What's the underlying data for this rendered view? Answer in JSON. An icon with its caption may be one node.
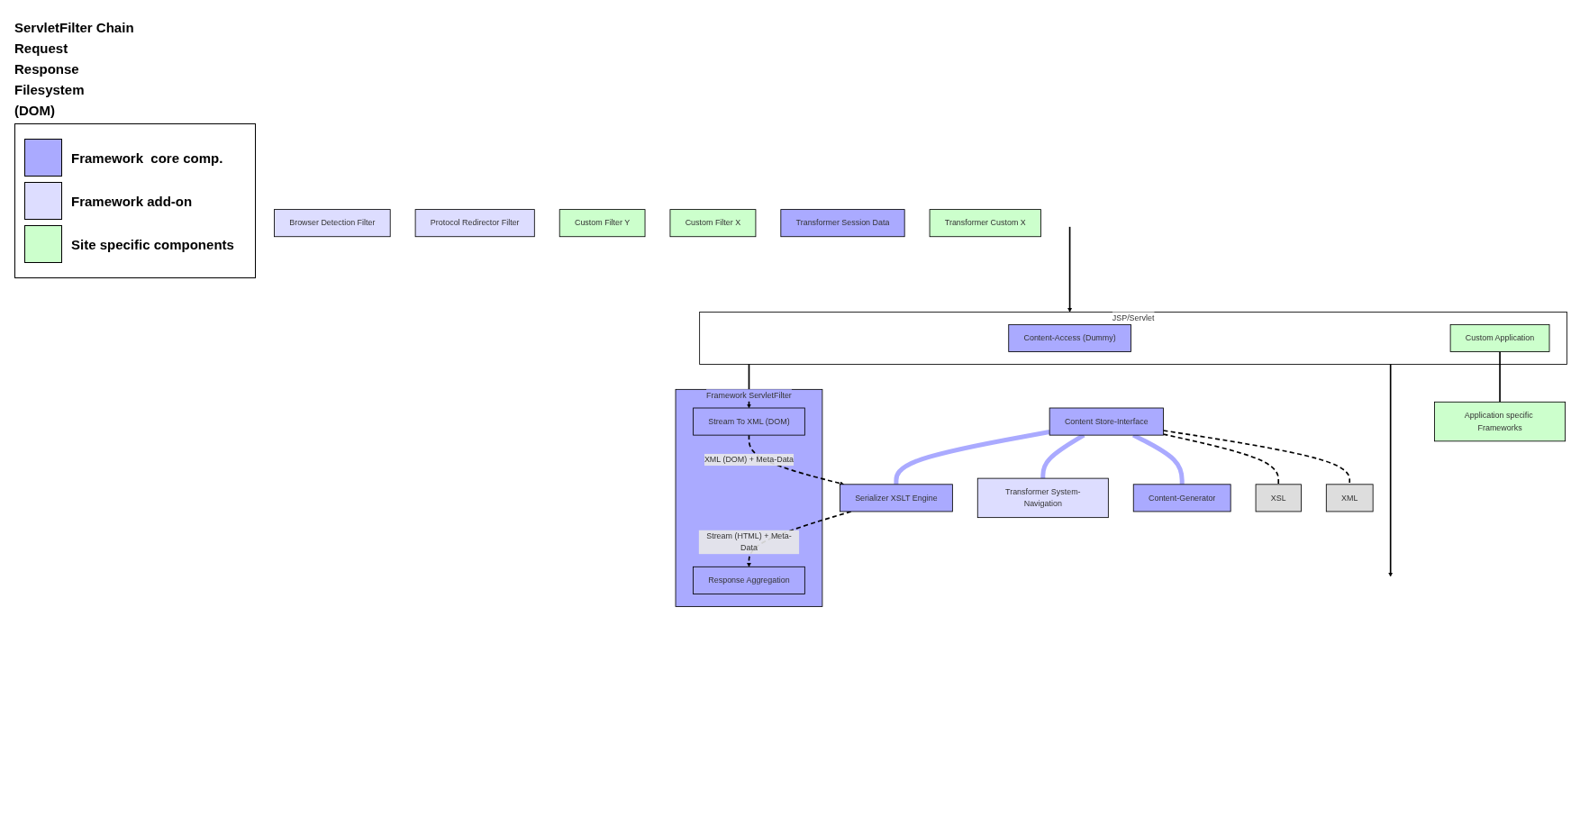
{
  "diagram": {
    "nodes": [
      {
        "text": [
          "Browser Detection Filter"
        ]
      },
      {
        "text": [
          "Protocol Redirector Filter"
        ]
      },
      {
        "text": [
          "Framework ServletFilter"
        ]
      },
      {
        "text": [
          "Response Aggregation"
        ],
        "in": 2
      },
      {
        "text": [
          "Stream To XML (DOM)"
        ],
        "in": 2
      },
      {
        "text": [
          "Custom Filter Y"
        ]
      },
      {
        "text": [
          "Custom Filter X"
        ]
      },
      {
        "text": [
          "JSP/Servlet"
        ]
      },
      {
        "text": [
          "Content-Access (Dummy)"
        ],
        "in": 7
      },
      {
        "text": [
          "Custom Application"
        ],
        "in": 7
      },
      {
        "text": [
          "Application specific Frameworks"
        ]
      },
      {
        "text": [
          "Content Store-Interface"
        ]
      },
      {
        "text": [
          "XML"
        ]
      },
      {
        "text": [
          "XSL"
        ]
      },
      {
        "text": [
          "Transformer Session Data"
        ]
      },
      {
        "text": [
          "Content-Generator"
        ]
      },
      {
        "text": [
          "Transformer System-Navigation"
        ]
      },
      {
        "text": [
          "Transformer Custom X"
        ]
      },
      {
        "text": [
          "Serializer XSLT Engine"
        ]
      }
    ],
    "edges": [
      {
        "from": null,
        "to": 7,
        "arrow": "to"
      },
      {
        "from": 7,
        "to": null,
        "arrow": "to"
      },
      {
        "from": 7,
        "to": 4,
        "arrow": "to"
      },
      {
        "from": 9,
        "to": 10,
        "arrow": "none"
      },
      {
        "from": 11,
        "to": 12,
        "arrow": "none",
        "style": "dashed"
      },
      {
        "from": 11,
        "to": 13,
        "arrow": "none",
        "style": "dashed"
      },
      {
        "from": 11,
        "to": 15,
        "arrow": "none",
        "style": "thick",
        "color": "#aaaaff"
      },
      {
        "from": 11,
        "to": 16,
        "arrow": "none",
        "style": "thick",
        "color": "#aaaaff"
      },
      {
        "from": 11,
        "to": 18,
        "arrow": "none",
        "style": "thick",
        "color": "#aaaaff"
      },
      {
        "from": 4,
        "to": 18,
        "arrow": "to",
        "style": "dashed",
        "label": "XML (DOM) + Meta-Data"
      },
      {
        "from": 18,
        "to": 3,
        "arrow": "to",
        "style": "dashed",
        "label": "Stream (HTML) + Meta-Data"
      }
    ],
    "labels": [
      "ServletFilter Chain",
      "Request",
      "Response",
      "Filesystem",
      "(DOM)"
    ],
    "legend": [
      {
        "text": "Framework  core comp.",
        "color": "#aaaaff"
      },
      {
        "text": "Framework add-on",
        "color": "#ddddff"
      },
      {
        "text": "Site specific components",
        "color": "#ccffcc"
      }
    ]
  }
}
